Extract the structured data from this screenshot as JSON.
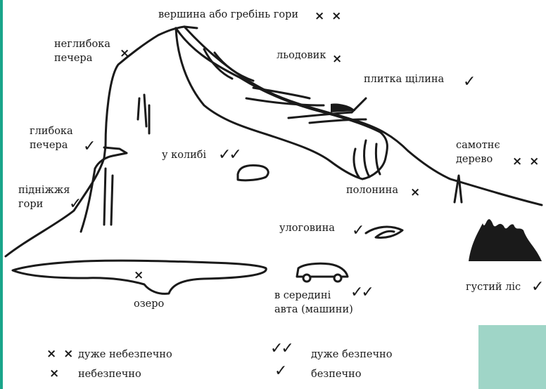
{
  "labels": {
    "summit": "вершина або гребінь гори",
    "shallow_cave": [
      "неглибока",
      "печера"
    ],
    "glacier": "льодовик",
    "crevice": "плитка щілина",
    "deep_cave": [
      "глибока",
      "печера"
    ],
    "hut": "у колибі",
    "lone_tree": [
      "самотнє",
      "дерево"
    ],
    "foothill": [
      "підніжжя",
      "гори"
    ],
    "meadow": "полонина",
    "hollow": "улоговина",
    "lake": "озеро",
    "car": [
      "в середині",
      "авта (машини)"
    ],
    "forest": "густий ліс"
  },
  "legend": {
    "very_dangerous": "дуже небезпечно",
    "dangerous": "небезпечно",
    "very_safe": "дуже безпечно",
    "safe": "безпечно"
  },
  "symbols": {
    "double_cross": "× ×",
    "cross": "×",
    "double_check": "✓✓",
    "check": "✓"
  },
  "colors": {
    "accent_bar": "#1aa58a",
    "accent_box": "#9fd5c7",
    "ink": "#1a1a1a"
  }
}
